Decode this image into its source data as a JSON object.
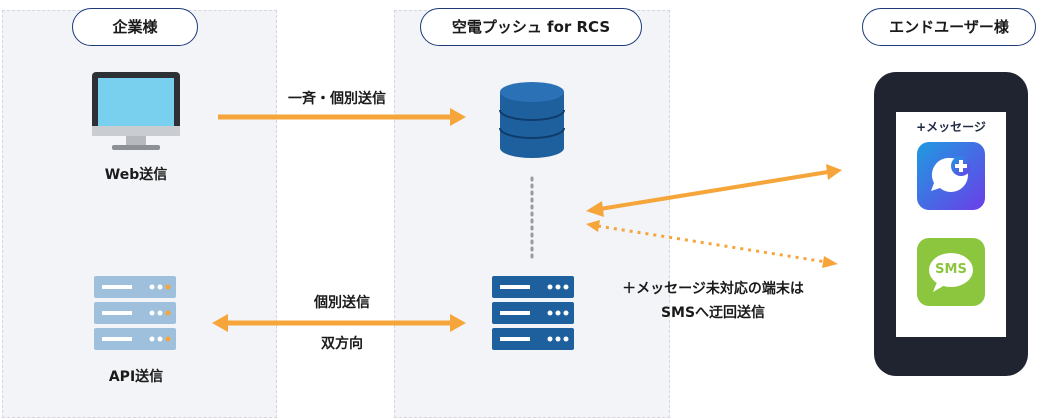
{
  "columns": {
    "enterprise": "企業様",
    "platform": "空電プッシュ for RCS",
    "enduser": "エンドユーザー様"
  },
  "labels": {
    "web_send": "Web送信",
    "api_send": "API送信",
    "broadcast": "一斉・個別送信",
    "individual": "個別送信",
    "bidirectional": "双方向",
    "fallback_line1": "＋メッセージ未対応の端末は",
    "fallback_line2": "SMSへ迂回送信"
  },
  "phone": {
    "brand_logo": "+メッセージ",
    "sms_icon_text": "SMS"
  },
  "colors": {
    "arrow": "#f5a53a",
    "navy": "#1d3a7a",
    "db_blue": "#1e5f9e",
    "plus_gradient_start": "#1e9be0",
    "plus_gradient_end": "#6b3ee8",
    "sms_green": "#8cc63f",
    "server_light": "#9fc0dd"
  }
}
